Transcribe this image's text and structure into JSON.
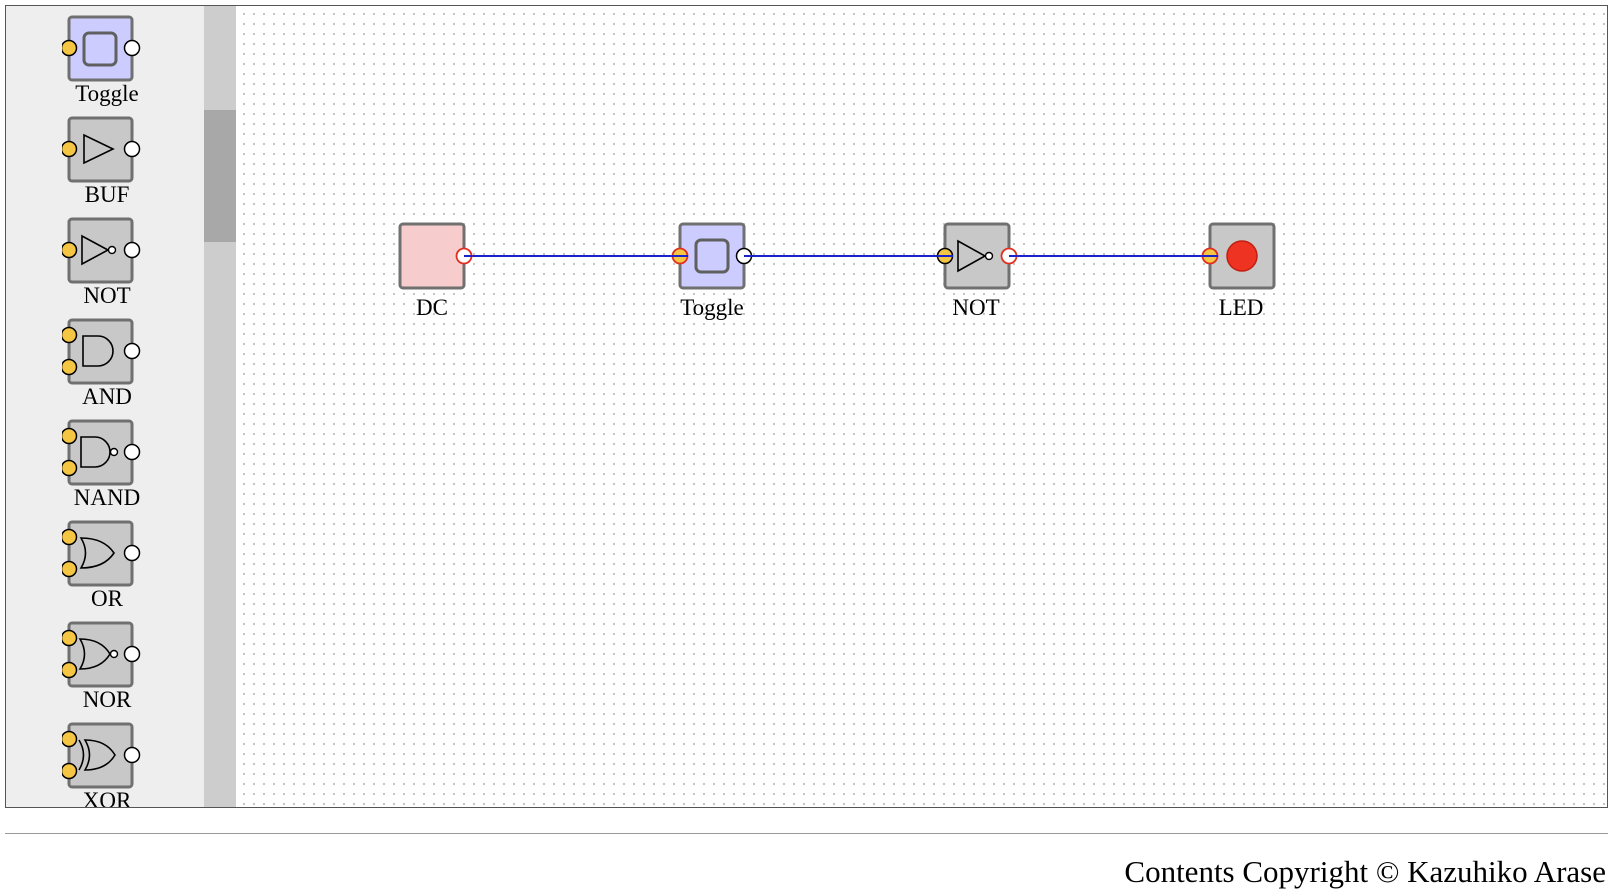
{
  "palette": {
    "items": [
      {
        "label": "Toggle",
        "icon": "toggle-switch-icon"
      },
      {
        "label": "BUF",
        "icon": "buffer-gate-icon"
      },
      {
        "label": "NOT",
        "icon": "not-gate-icon"
      },
      {
        "label": "AND",
        "icon": "and-gate-icon"
      },
      {
        "label": "NAND",
        "icon": "nand-gate-icon"
      },
      {
        "label": "OR",
        "icon": "or-gate-icon"
      },
      {
        "label": "NOR",
        "icon": "nor-gate-icon"
      },
      {
        "label": "XOR",
        "icon": "xor-gate-icon"
      }
    ]
  },
  "circuit": {
    "devices": [
      {
        "type": "DC",
        "label": "DC",
        "icon": "dc-source-icon"
      },
      {
        "type": "Toggle",
        "label": "Toggle",
        "icon": "toggle-switch-icon"
      },
      {
        "type": "NOT",
        "label": "NOT",
        "icon": "not-gate-icon"
      },
      {
        "type": "LED",
        "label": "LED",
        "icon": "led-icon",
        "state": "on"
      }
    ],
    "wires": [
      {
        "from": "DC",
        "to": "Toggle"
      },
      {
        "from": "Toggle",
        "to": "NOT"
      },
      {
        "from": "NOT",
        "to": "LED"
      }
    ]
  },
  "colors": {
    "input_pin": "#f5c644",
    "output_pin": "#ffffff",
    "wire": "#1a22cc",
    "active_pin_ring": "#e03020",
    "gate_fill": "#c8c8c8",
    "toggle_fill": "#ccccff",
    "dc_fill": "#f7cccc",
    "led_on": "#ee3322"
  },
  "footer": {
    "copyright": "Contents Copyright © Kazuhiko Arase"
  }
}
